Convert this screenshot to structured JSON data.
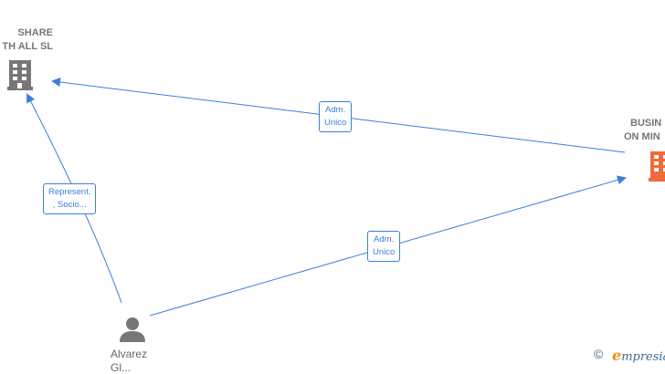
{
  "nodes": {
    "company1": {
      "line1": "SHARE",
      "line2": "TH ALL  SL",
      "color": "#777777"
    },
    "company2": {
      "line1": "BUSIN",
      "line2": "ON MIN",
      "color": "#f06a3c"
    },
    "person": {
      "name": "Alvarez",
      "name2": "Gl..."
    }
  },
  "edges": [
    {
      "label1": "Adm.",
      "label2": "Unico"
    },
    {
      "label1": "Represent.",
      "label2": ", Socio..."
    },
    {
      "label1": "Adm.",
      "label2": "Unico"
    }
  ],
  "footer": {
    "copyright": "©",
    "brand_first": "e",
    "brand_rest": "mpresia"
  },
  "edge_color": "#3b7fd9"
}
